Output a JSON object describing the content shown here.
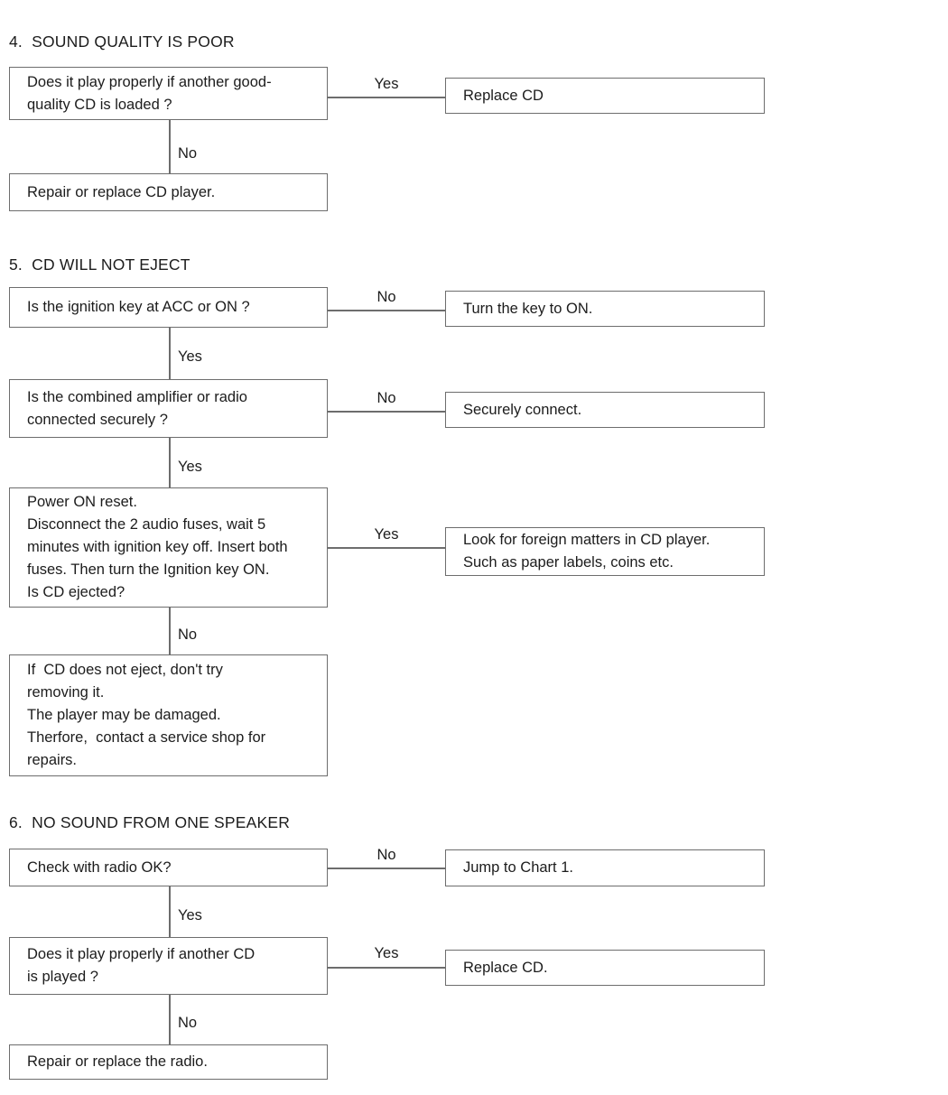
{
  "page": {
    "background": "#ffffff",
    "border_color": "#6d6d6d",
    "text_color": "#1c1c1c"
  },
  "sections": [
    {
      "heading": "4.  SOUND QUALITY IS POOR",
      "q1": "Does it play properly if another good-\nquality CD is loaded ?",
      "q1_branch_label": "Yes",
      "q1_result": "Replace CD",
      "q1_down_label": "No",
      "end": "Repair or replace CD player."
    },
    {
      "heading": "5.  CD WILL NOT EJECT",
      "q1": "Is the ignition key at ACC or ON ?",
      "q1_branch_label": "No",
      "q1_result": "Turn the key to ON.",
      "q1_down_label": "Yes",
      "q2": "Is the combined amplifier or radio\nconnected securely ?",
      "q2_branch_label": "No",
      "q2_result": "Securely connect.",
      "q2_down_label": "Yes",
      "q3": "Power ON reset.\nDisconnect the 2 audio fuses, wait 5\nminutes with ignition key off. Insert both\nfuses. Then turn the Ignition key ON.\nIs CD ejected?",
      "q3_branch_label": "Yes",
      "q3_result": "Look for foreign matters in CD player.\nSuch as paper labels, coins etc.",
      "q3_down_label": "No",
      "end": "If  CD does not eject, don't try\nremoving it.\nThe player may be damaged.\nTherfore,  contact a service shop for\nrepairs."
    },
    {
      "heading": "6.  NO SOUND FROM ONE SPEAKER",
      "q1": "Check with radio OK?",
      "q1_branch_label": "No",
      "q1_result": "Jump to Chart 1.",
      "q1_down_label": "Yes",
      "q2": "Does it play properly if another CD\nis played ?",
      "q2_branch_label": "Yes",
      "q2_result": "Replace CD.",
      "q2_down_label": "No",
      "end": "Repair or replace the radio."
    }
  ]
}
